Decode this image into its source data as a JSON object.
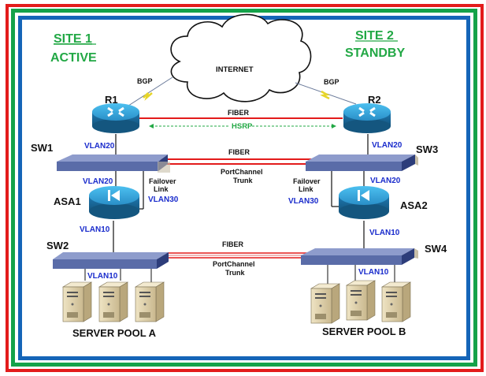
{
  "sites": {
    "site1": {
      "title": "SITE 1",
      "role": "ACTIVE"
    },
    "site2": {
      "title": "SITE 2",
      "role": "STANDBY"
    }
  },
  "cloud": {
    "label": "INTERNET"
  },
  "links": {
    "bgp_left": "BGP",
    "bgp_right": "BGP",
    "router_fiber": "FIBER",
    "hsrp": "HSRP",
    "core_fiber": "FIBER",
    "core_portchannel_1": "PortChannel",
    "core_portchannel_2": "Trunk",
    "access_fiber": "FIBER",
    "access_portchannel_1": "PortChannel",
    "access_portchannel_2": "Trunk",
    "failover_left_1": "Failover",
    "failover_left_2": "Link",
    "failover_right_1": "Failover",
    "failover_right_2": "Link"
  },
  "devices": {
    "r1": "R1",
    "r2": "R2",
    "sw1": "SW1",
    "sw2": "SW2",
    "sw3": "SW3",
    "sw4": "SW4",
    "asa1": "ASA1",
    "asa2": "ASA2"
  },
  "vlans": {
    "r1_sw1": "VLAN20",
    "sw1_asa1": "VLAN20",
    "asa1_failover": "VLAN30",
    "asa1_sw2": "VLAN10",
    "sw2_servers": "VLAN10",
    "r2_sw3": "VLAN20",
    "sw3_asa2": "VLAN20",
    "asa2_failover": "VLAN30",
    "asa2_sw4": "VLAN10",
    "sw4_servers": "VLAN10"
  },
  "pools": {
    "a": "SERVER POOL A",
    "b": "SERVER POOL B"
  },
  "colors": {
    "red": "#e31b1b",
    "green": "#14a24a",
    "blue": "#1565b8",
    "site_text": "#22a845",
    "vlan_text": "#1a2ccc",
    "router": "#2a8fc8",
    "switch": "#5a6ca8"
  }
}
